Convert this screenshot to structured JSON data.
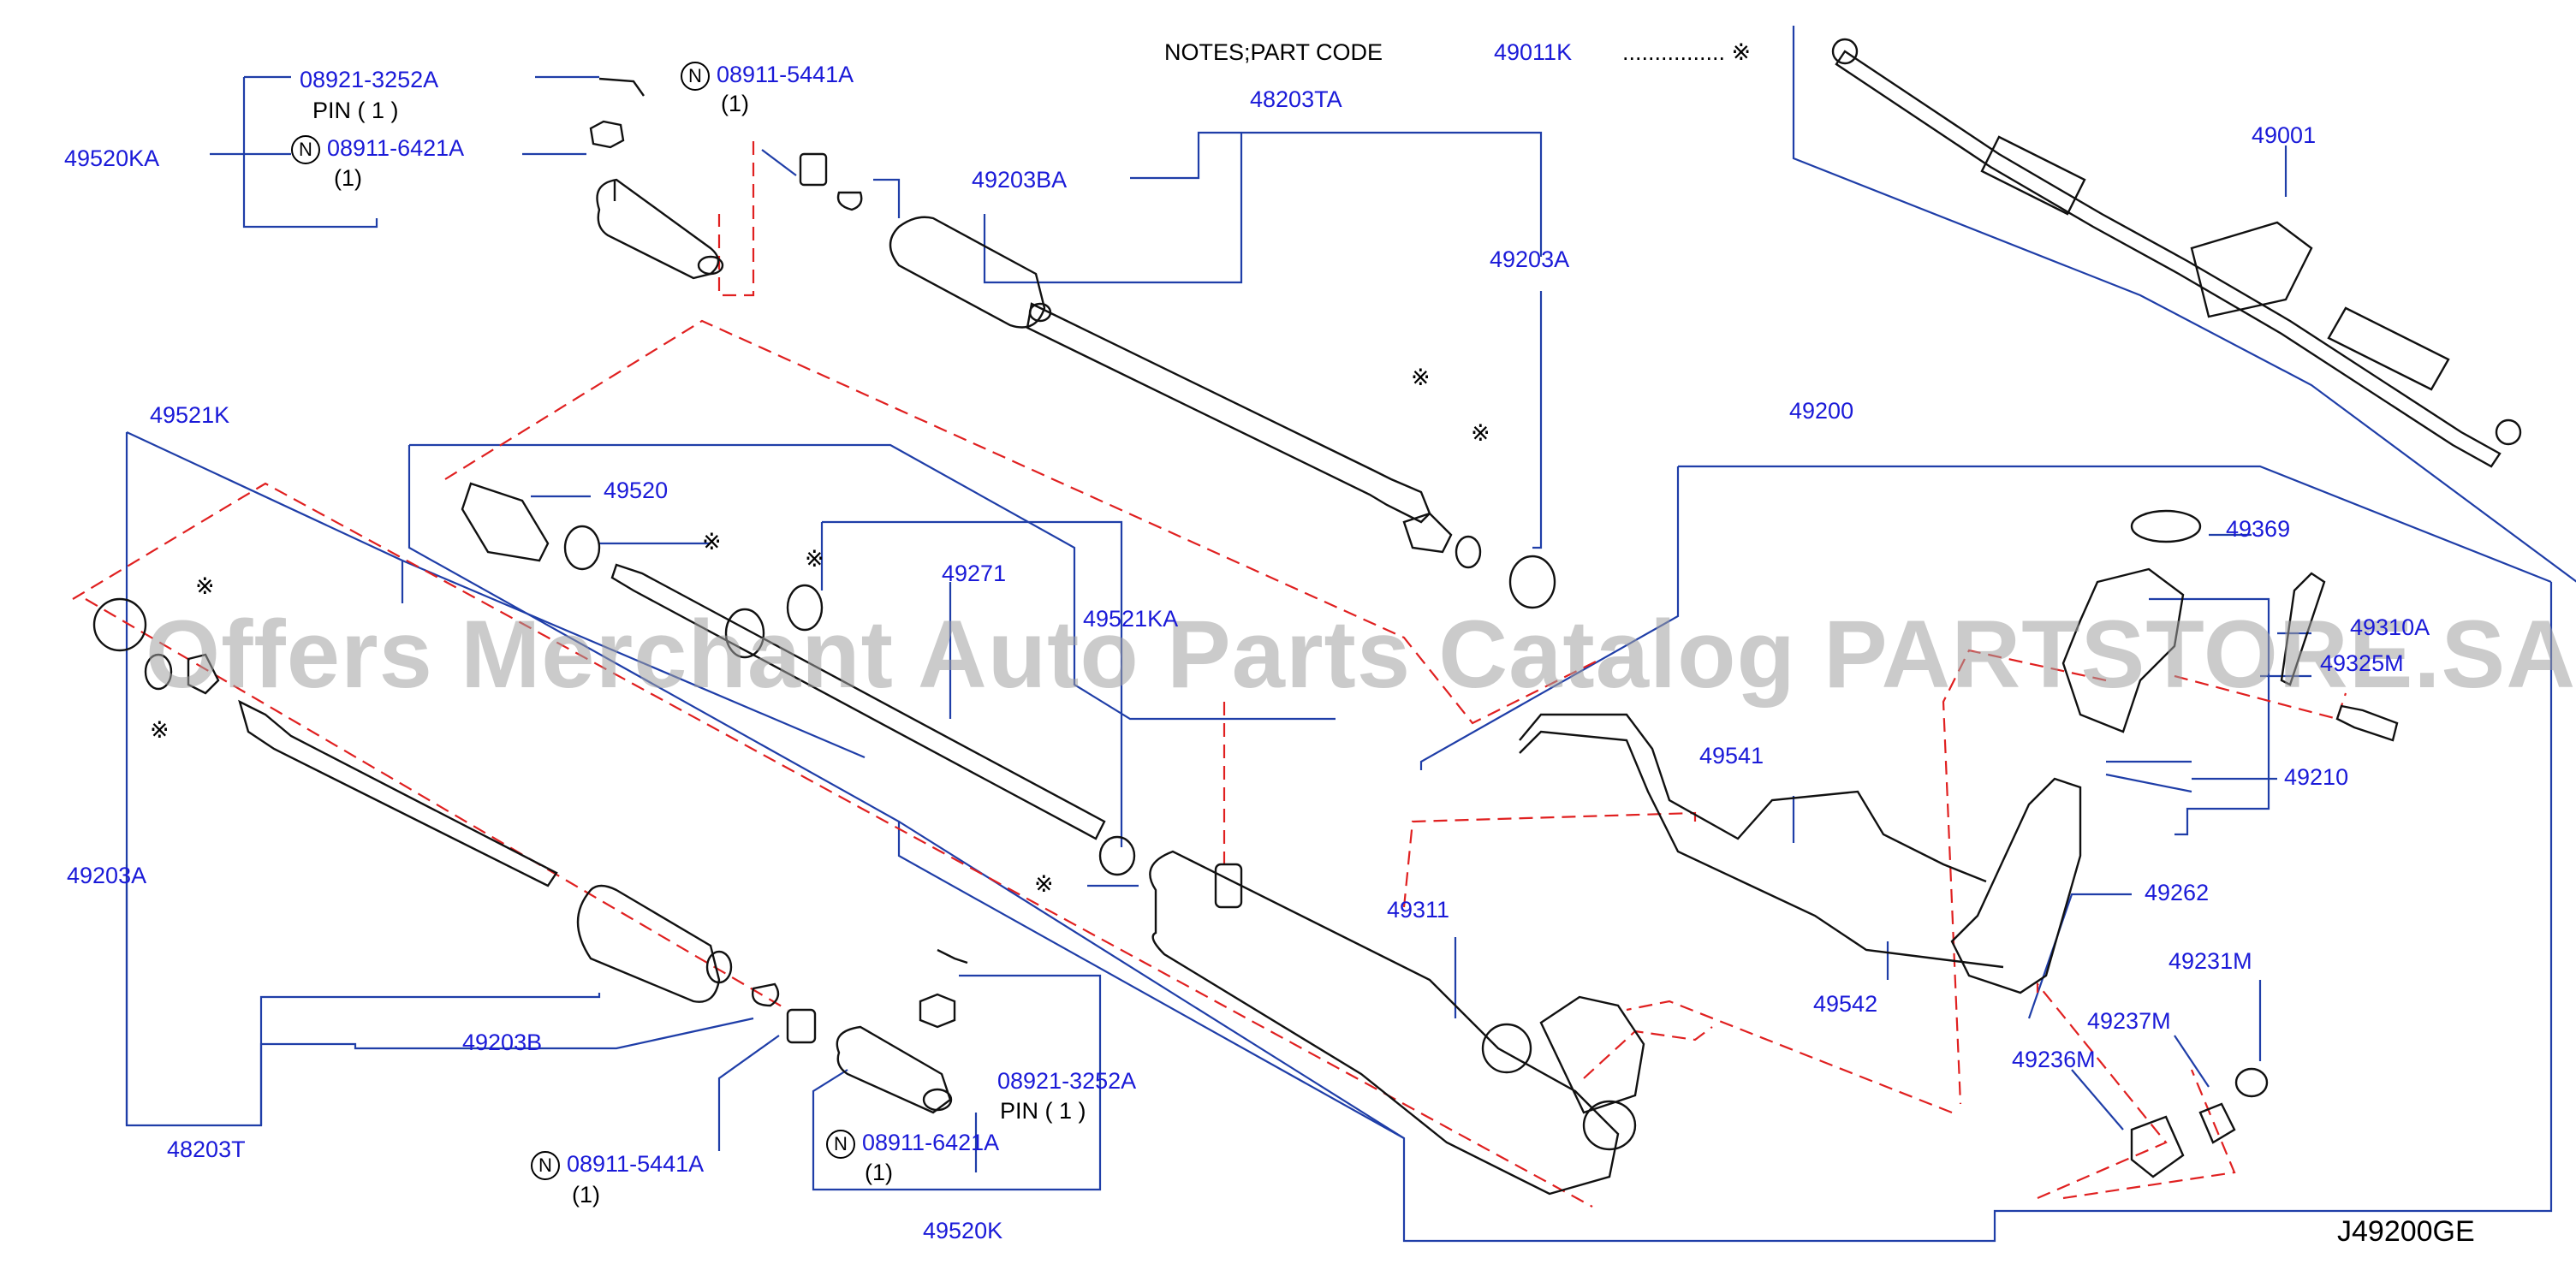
{
  "diagram": {
    "code": "J49200GE",
    "watermark": "Offers Merchant Auto Parts Catalog PARTSTORE.SA",
    "notes": {
      "label": "NOTES;PART   CODE",
      "part": "49011K",
      "dots": "................ ※"
    },
    "circle_n": "N",
    "labels": {
      "p49520KA": "49520KA",
      "p08921_top": "08921-3252A",
      "pin_top": "PIN  ( 1 )",
      "n08911_6421_top": "08911-6421A",
      "qty_6421_top": "(1)",
      "n08911_5441_top": "08911-5441A",
      "qty_5441_top": "(1)",
      "p48203TA": "48203TA",
      "p49203BA": "49203BA",
      "p49203A_r": "49203A",
      "p49001": "49001",
      "p49521K": "49521K",
      "p49520": "49520",
      "p49271": "49271",
      "p49521KA": "49521KA",
      "p49200": "49200",
      "p49369": "49369",
      "p49310A": "49310A",
      "p49325M": "49325M",
      "p49210": "49210",
      "p49541": "49541",
      "p49262": "49262",
      "p49203A_l": "49203A",
      "p49311": "49311",
      "p49542": "49542",
      "p49231M": "49231M",
      "p49237M": "49237M",
      "p49236M": "49236M",
      "p49203B": "49203B",
      "p48203T": "48203T",
      "p08921_bot": "08921-3252A",
      "pin_bot": "PIN   ( 1 )",
      "n08911_6421_bot": "08911-6421A",
      "qty_6421_bot": "(1)",
      "n08911_5441_bot": "08911-5441A",
      "qty_5441_bot": "(1)",
      "p49520K": "49520K",
      "note_mark": "※"
    },
    "colors": {
      "line": "#1f3ea8",
      "dash": "#e02020",
      "label": "#1a1ad8",
      "part": "#000000"
    }
  }
}
